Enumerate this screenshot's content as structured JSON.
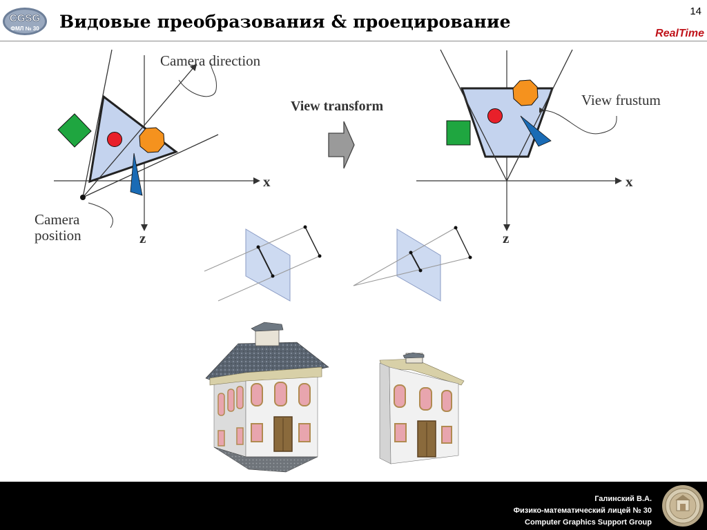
{
  "header": {
    "logo_text": "CGSG",
    "logo_subtext": "ФМЛ № 30",
    "title": "Видовые преобразования & проецирование",
    "page_number": "14",
    "brand": "RealTime"
  },
  "figure": {
    "left_diagram": {
      "camera_direction_label": "Camera direction",
      "camera_position_label_line1": "Camera",
      "camera_position_label_line2": "position",
      "x_axis_label": "x",
      "z_axis_label": "z"
    },
    "arrow_label": "View transform",
    "right_diagram": {
      "view_frustum_label": "View frustum",
      "x_axis_label": "x",
      "z_axis_label": "z"
    }
  },
  "colors": {
    "frustum_fill": "#c4d3ee",
    "red_circle": "#e8202a",
    "orange_octagon": "#f5921e",
    "green_square": "#1fa640",
    "blue_shape": "#1a6bb5",
    "brand_red": "#c0131a"
  },
  "footer": {
    "author": "Галинский В.А.",
    "school": "Физико-математический лицей № 30",
    "group": "Computer Graphics Support Group"
  }
}
